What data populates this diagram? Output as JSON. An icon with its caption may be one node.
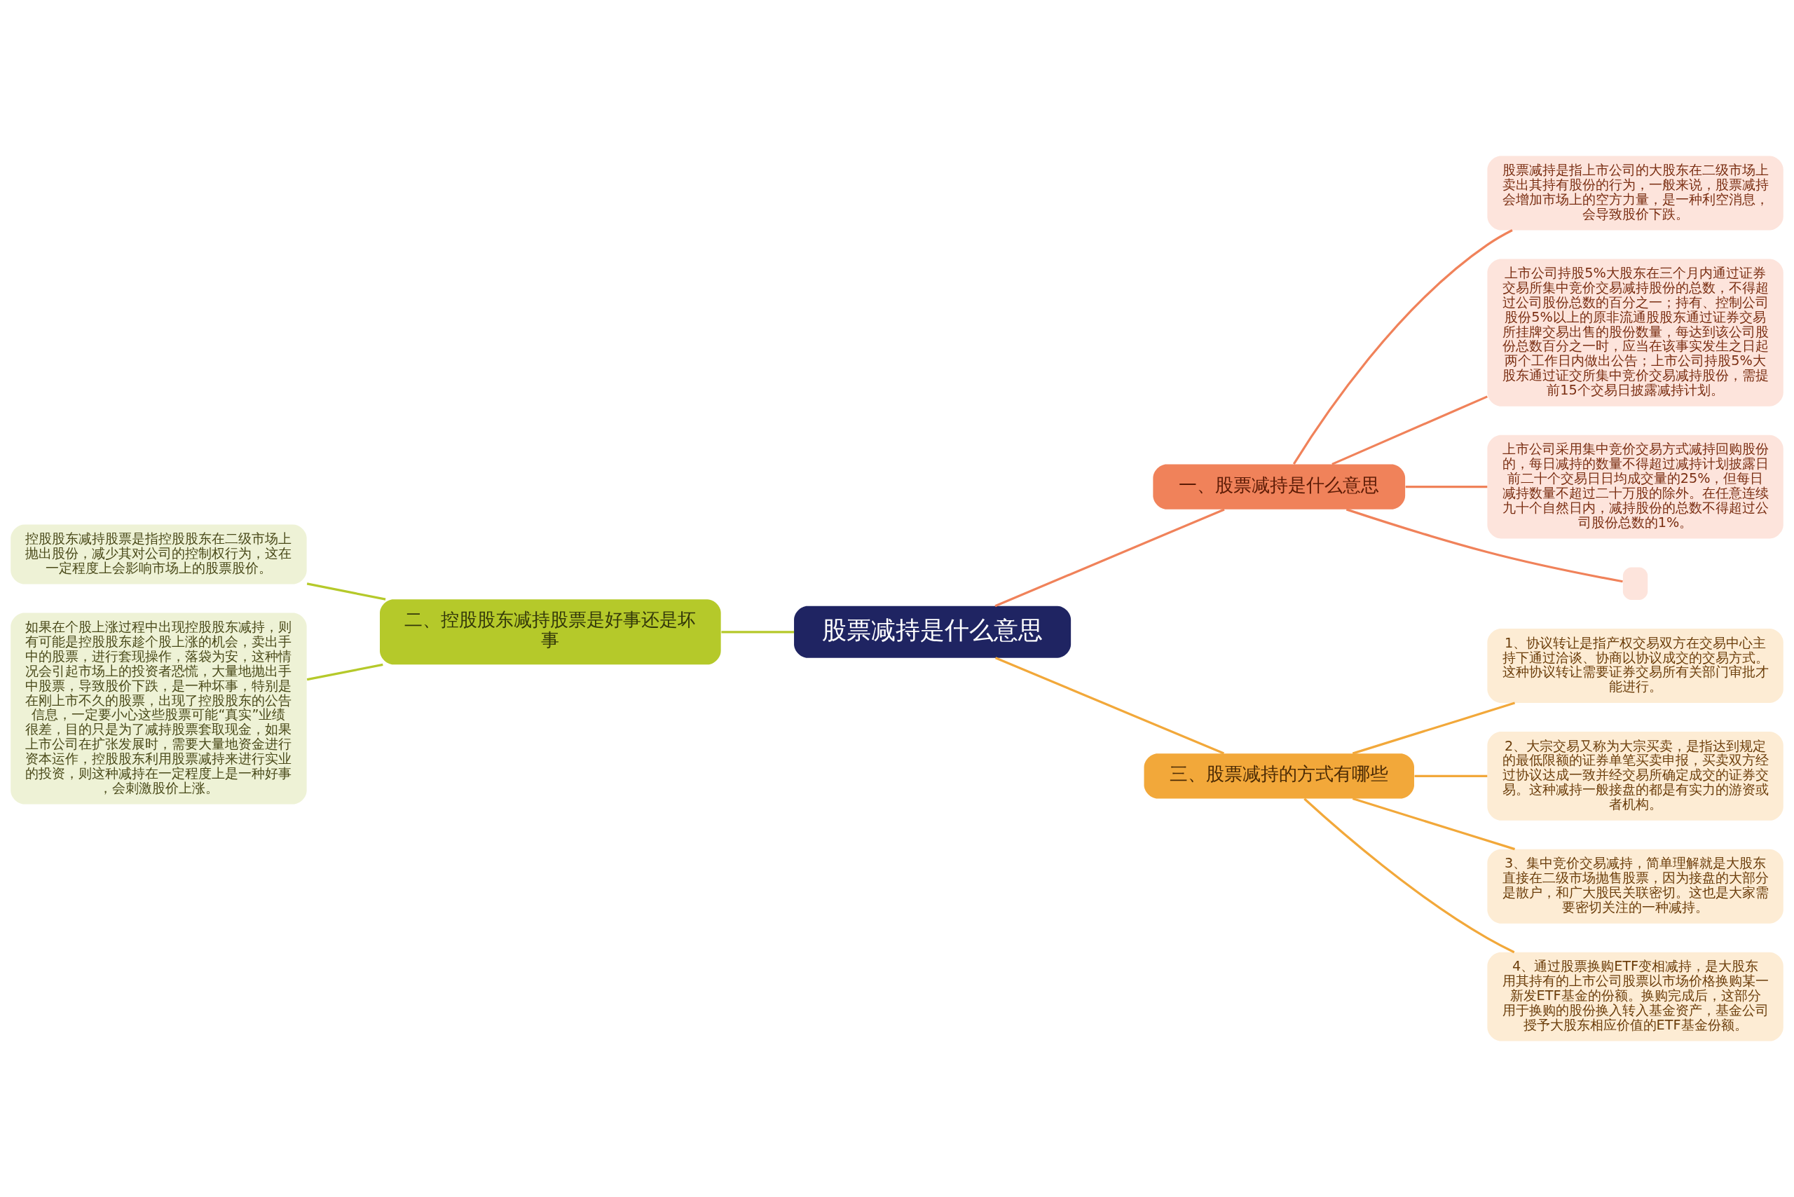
{
  "diagram": {
    "nodes": [
      {
        "text": [
          "股票减持是什么意思"
        ]
      },
      {
        "text": [
          "一、股票减持是什么意思"
        ]
      },
      {
        "text": [
          "股票减持是指上市公司的大股东在二级市场上卖出其持有股份的行为，一般来说，股票减持会增加市场上的空方力量，是一种利空消息，会导致股价下跌。"
        ]
      },
      {
        "text": [
          "上市公司持股5%大股东在三个月内通过证券交易所集中竞价交易减持股份的总数，不得超过公司股份总数的百分之一；持有、控制公司股份5%以上的原非流通股股东通过证券交易所挂牌交易出售的股份数量，每达到该公司股份总数百分之一时，应当在该事实发生之日起两个工作日内做出公告；上市公司持股5%大股东通过证交所集中竞价交易减持股份，需提前15个交易日披露减持计划。"
        ]
      },
      {
        "text": [
          "上市公司采用集中竞价交易方式减持回购股份的，每日减持的数量不得超过减持计划披露日前二十个交易日日均成交量的25%，但每日减持数量不超过二十万股的除外。在任意连续九十个自然日内，减持股份的总数不得超过公司股份总数的1%。"
        ]
      },
      {
        "text": [],
        "shape": "box"
      },
      {
        "text": [
          "二、控股股东减持股票是好事还是坏事"
        ]
      },
      {
        "text": [
          "控股股东减持股票是指控股股东在二级市场上抛出股份，减少其对公司的控制权行为，这在一定程度上会影响市场上的股票股价。"
        ]
      },
      {
        "text": [
          "如果在个股上涨过程中出现控股股东减持，则有可能是控股股东趁个股上涨的机会，卖出手中的股票，进行套现操作，落袋为安，这种情况会引起市场上的投资者恐慌，大量地抛出手中股票，导致股价下跌，是一种坏事，特别是在刚上市不久的股票，出现了控股股东的公告信息，一定要小心这些股票可能“真实”业绩很差，目的只是为了减持股票套取现金，如果上市公司在扩张发展时，需要大量地资金进行资本运作，控股股东利用股票减持来进行实业的投资，则这种减持在一定程度上是一种好事，会刺激股价上涨。"
        ]
      },
      {
        "text": [
          "三、股票减持的方式有哪些"
        ]
      },
      {
        "text": [
          "1、协议转让是指产权交易双方在交易中心主持下通过洽谈、协商以协议成交的交易方式。这种协议转让需要证券交易所有关部门审批才能进行。"
        ]
      },
      {
        "text": [
          "2、大宗交易又称为大宗买卖，是指达到规定的最低限额的证券单笔买卖申报，买卖双方经过协议达成一致并经交易所确定成交的证券交易。这种减持一般接盘的都是有实力的游资或者机构。"
        ]
      },
      {
        "text": [
          "3、集中竞价交易减持，简单理解就是大股东直接在二级市场抛售股票，因为接盘的大部分是散户，和广大股民关联密切。这也是大家需要密切关注的一种减持。"
        ]
      },
      {
        "text": [
          "4、通过股票换购ETF变相减持，是大股东用其持有的上市公司股票以市场价格换购某一新发ETF基金的份额。换购完成后，这部分用于换购的股份换入转入基金资产，基金公司授予大股东相应价值的ETF基金份额。"
        ]
      }
    ],
    "edges": [
      {
        "from": 0,
        "to": 1,
        "arrow": "none"
      },
      {
        "from": 1,
        "to": 2,
        "arrow": "none"
      },
      {
        "from": 1,
        "to": 3,
        "arrow": "none"
      },
      {
        "from": 1,
        "to": 4,
        "arrow": "none"
      },
      {
        "from": 1,
        "to": 5,
        "arrow": "none"
      },
      {
        "from": 0,
        "to": 6,
        "arrow": "none",
        "color": "#b5c92a"
      },
      {
        "from": 6,
        "to": 7,
        "arrow": "none",
        "color": "#b5c92a"
      },
      {
        "from": 6,
        "to": 8,
        "arrow": "none",
        "color": "#b5c92a"
      },
      {
        "from": 0,
        "to": 9,
        "arrow": "none",
        "color": "#f2a83a"
      },
      {
        "from": 9,
        "to": 10,
        "arrow": "none",
        "color": "#f2a83a"
      },
      {
        "from": 9,
        "to": 11,
        "arrow": "none",
        "color": "#f2a83a"
      },
      {
        "from": 9,
        "to": 12,
        "arrow": "none",
        "color": "#f2a83a"
      },
      {
        "from": 9,
        "to": 13,
        "arrow": "none",
        "color": "#f2a83a"
      }
    ]
  }
}
